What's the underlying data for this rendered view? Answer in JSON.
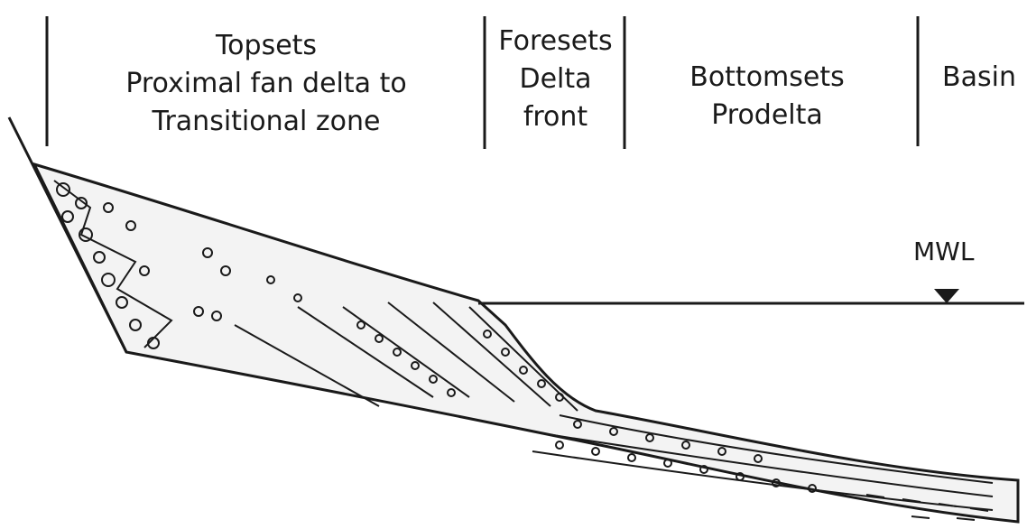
{
  "zones": [
    {
      "lines": [
        "Topsets",
        "Proximal fan delta to",
        "Transitional zone"
      ]
    },
    {
      "lines": [
        "Foresets",
        "Delta",
        "front"
      ]
    },
    {
      "lines": [
        "Bottomsets",
        "Prodelta"
      ]
    },
    {
      "lines": [
        "Basin"
      ]
    }
  ],
  "water_level": {
    "label": "MWL"
  },
  "colors": {
    "ink": "#1a1a1a",
    "sediment": "#f3f3f3"
  }
}
